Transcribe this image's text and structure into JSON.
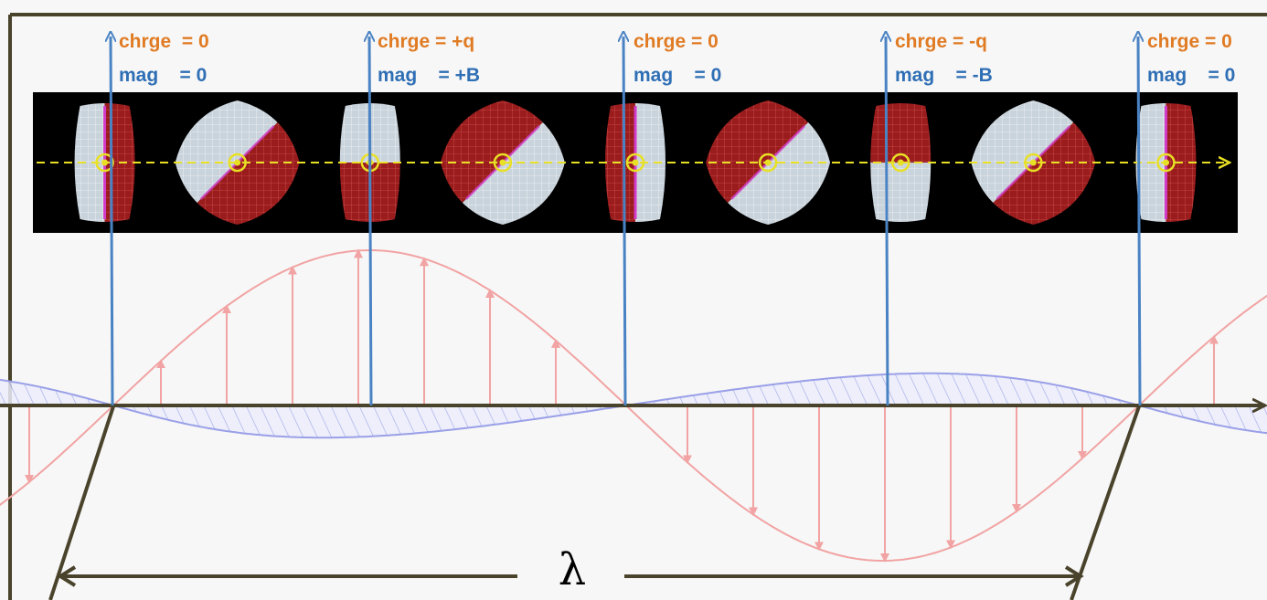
{
  "markers": [
    {
      "charge": "chrge  = 0",
      "magnetic": "mag    = 0"
    },
    {
      "charge": "chrge = +q",
      "magnetic": "mag    = +B"
    },
    {
      "charge": "chrge = 0",
      "magnetic": "mag    = 0"
    },
    {
      "charge": "chrge = -q",
      "magnetic": "mag    = -B"
    },
    {
      "charge": "chrge = 0",
      "magnetic": "mag    = 0"
    }
  ],
  "wavelength_symbol": "λ",
  "colors": {
    "charge_text": "#e07b24",
    "magnetic_text": "#2f6fb5",
    "marker_arrow": "#4a83c4",
    "axis": "#4a432c",
    "electric_wave": "#f2a3a3",
    "magnetic_wave": "#9aa0e8",
    "cube_white": "#c9d3dc",
    "cube_red": "#9a1c1c",
    "strip_background": "#000000",
    "axis_dashes": "#e8e024"
  },
  "strip_panels": [
    {
      "shape": "cylinder",
      "left_half": "white",
      "right_half": "red"
    },
    {
      "shape": "diamond",
      "top": "white",
      "bottom": "red"
    },
    {
      "shape": "cylinder",
      "top": "white",
      "bottom": "red"
    },
    {
      "shape": "diamond",
      "top": "red",
      "bottom": "white"
    },
    {
      "shape": "cylinder",
      "left_half": "red",
      "right_half": "white"
    },
    {
      "shape": "diamond",
      "top": "red",
      "bottom": "white"
    },
    {
      "shape": "cylinder",
      "top": "red",
      "bottom": "white"
    },
    {
      "shape": "diamond",
      "top": "white",
      "bottom": "red"
    },
    {
      "shape": "cylinder",
      "left_half": "white",
      "right_half": "red"
    }
  ]
}
